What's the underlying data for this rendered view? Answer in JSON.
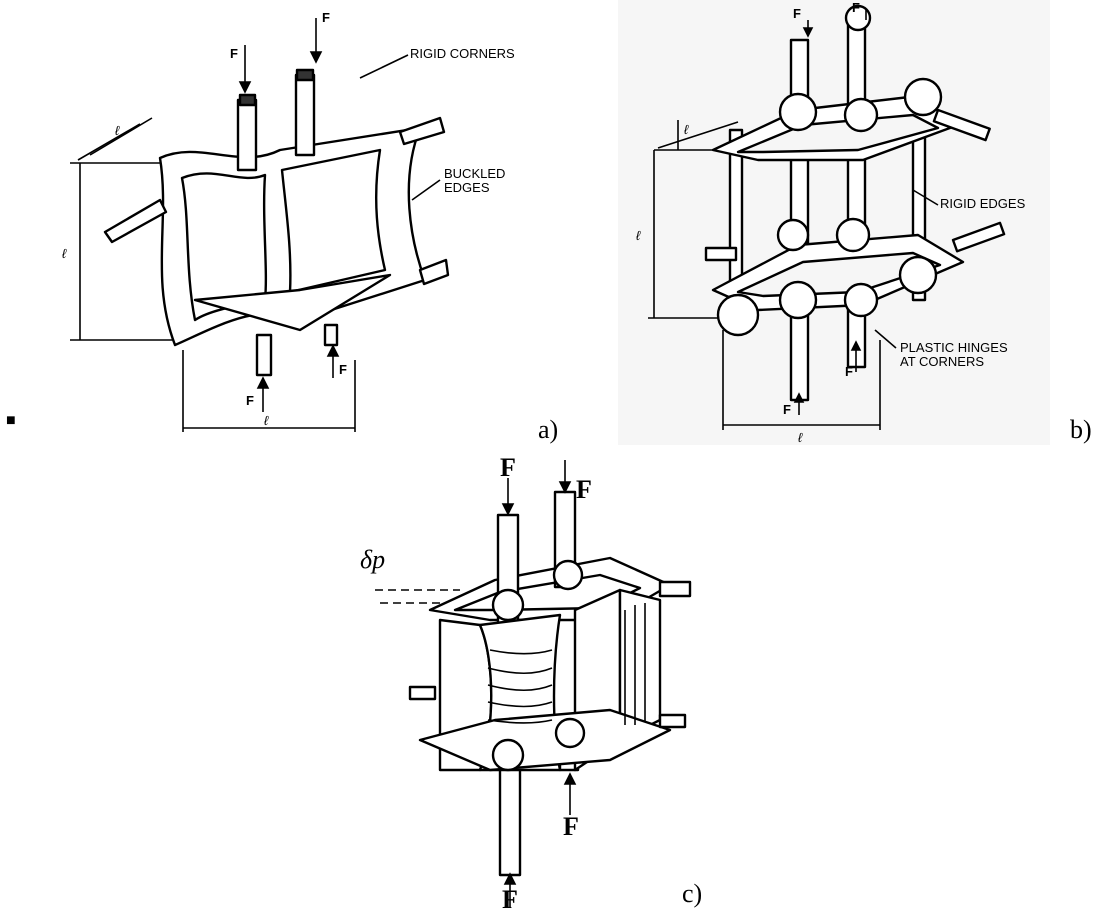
{
  "figure": {
    "panel_a": {
      "caption": "a)",
      "force_label": "F",
      "dimension_label": "ℓ",
      "annotations": {
        "rigid_corners": "RIGID CORNERS",
        "buckled_edges_1": "BUCKLED",
        "buckled_edges_2": "EDGES"
      }
    },
    "panel_b": {
      "caption": "b)",
      "force_label": "F",
      "dimension_label": "ℓ",
      "annotations": {
        "rigid_edges": "RIGID EDGES",
        "plastic_hinges_1": "PLASTIC HINGES",
        "plastic_hinges_2": "AT CORNERS"
      }
    },
    "panel_c": {
      "caption": "c)",
      "force_label": "F",
      "deflection_label": "δp"
    },
    "bullet": "■"
  }
}
